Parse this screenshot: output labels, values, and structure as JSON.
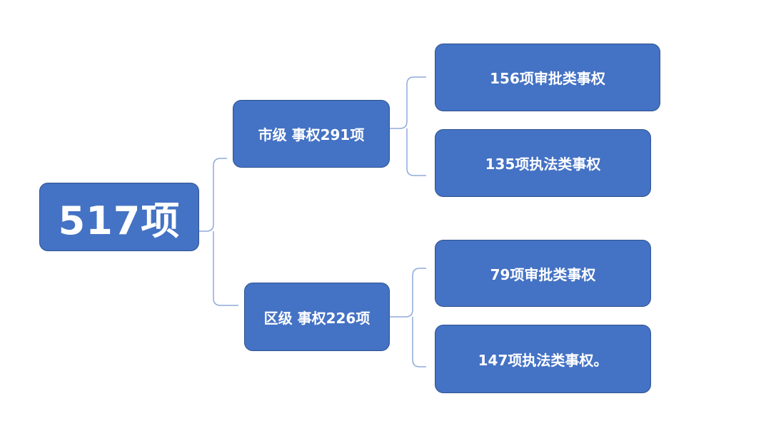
{
  "diagram": {
    "root": {
      "label": "517项"
    },
    "branches": [
      {
        "label": "市级 事权291项",
        "children": [
          "156项审批类事权",
          "135项执法类事权"
        ]
      },
      {
        "label": "区级 事权226项",
        "children": [
          "79项审批类事权",
          "147项执法类事权。"
        ]
      }
    ]
  },
  "colors": {
    "node_fill": "#4472c4",
    "node_border": "#2f528f",
    "connector": "#8faadc",
    "text": "#ffffff"
  }
}
